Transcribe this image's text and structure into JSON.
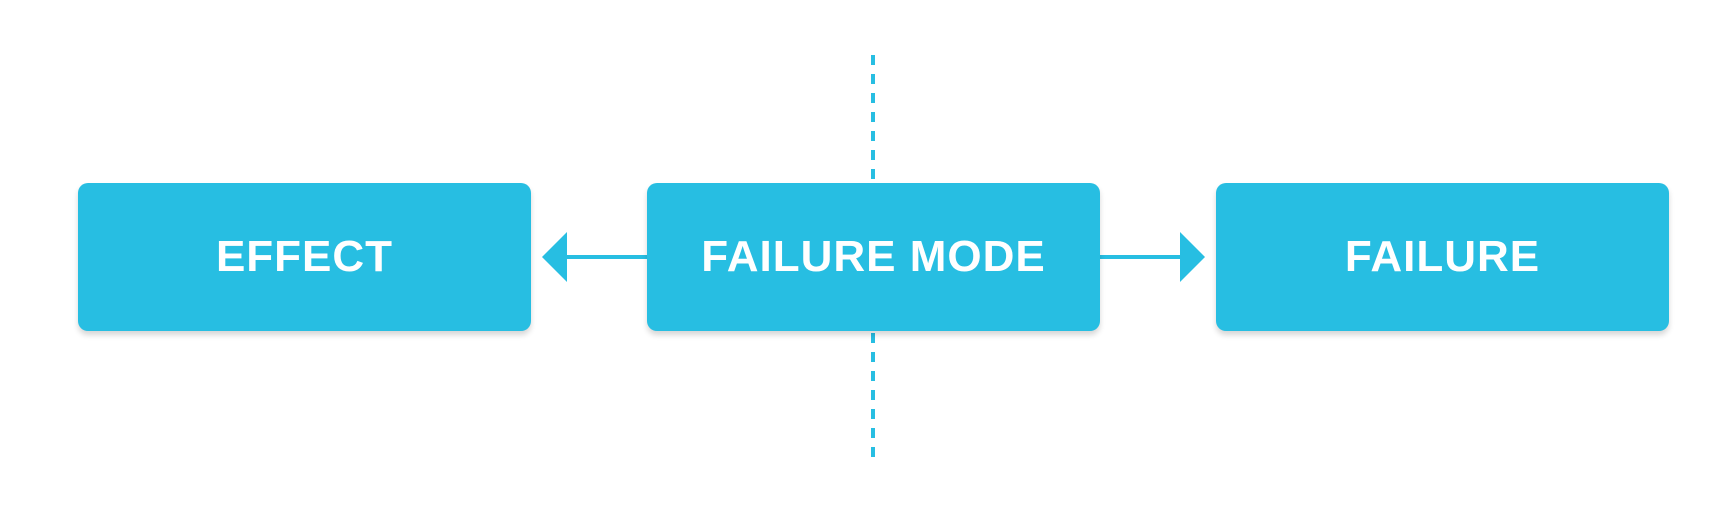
{
  "colors": {
    "node_fill": "#27BEE2",
    "connector": "#27BEE2",
    "divider": "#27BEE2",
    "text": "#FFFFFF",
    "background": "#FFFFFF"
  },
  "nodes": {
    "effect": {
      "label": "EFFECT"
    },
    "failure_mode": {
      "label": "FAILURE MODE"
    },
    "failure": {
      "label": "FAILURE"
    }
  },
  "edges": [
    {
      "from": "failure_mode",
      "to": "effect",
      "style": "solid-arrow"
    },
    {
      "from": "failure_mode",
      "to": "failure",
      "style": "solid-arrow"
    }
  ],
  "divider": {
    "style": "dashed",
    "orientation": "vertical",
    "through": "failure_mode"
  }
}
